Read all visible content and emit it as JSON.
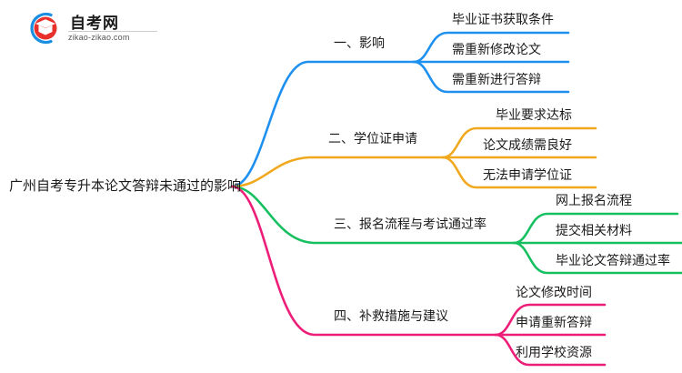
{
  "logo": {
    "name_cn": "自考网",
    "name_en": "zikao-zikao.com",
    "mark_icon": "graduation-cap-icon",
    "arc_color": "#1a8fe0",
    "cap_color": "#e8312a"
  },
  "mindmap": {
    "root": {
      "label": "广州自考专升本论文答辩未通过的影响"
    },
    "branches": [
      {
        "label": "一、影响",
        "color": "#1e90f0",
        "children": [
          {
            "label": "毕业证书获取条件"
          },
          {
            "label": "需重新修改论文"
          },
          {
            "label": "需重新进行答辩"
          }
        ]
      },
      {
        "label": "二、学位证申请",
        "color": "#f0a81e",
        "children": [
          {
            "label": "毕业要求达标"
          },
          {
            "label": "论文成绩需良好"
          },
          {
            "label": "无法申请学位证"
          }
        ]
      },
      {
        "label": "三、报名流程与考试通过率",
        "color": "#16c060",
        "children": [
          {
            "label": "网上报名流程"
          },
          {
            "label": "提交相关材料"
          },
          {
            "label": "毕业论文答辩通过率"
          }
        ]
      },
      {
        "label": "四、补救措施与建议",
        "color": "#ec1e78",
        "children": [
          {
            "label": "论文修改时间"
          },
          {
            "label": "申请重新答辩"
          },
          {
            "label": "利用学校资源"
          }
        ]
      }
    ]
  }
}
